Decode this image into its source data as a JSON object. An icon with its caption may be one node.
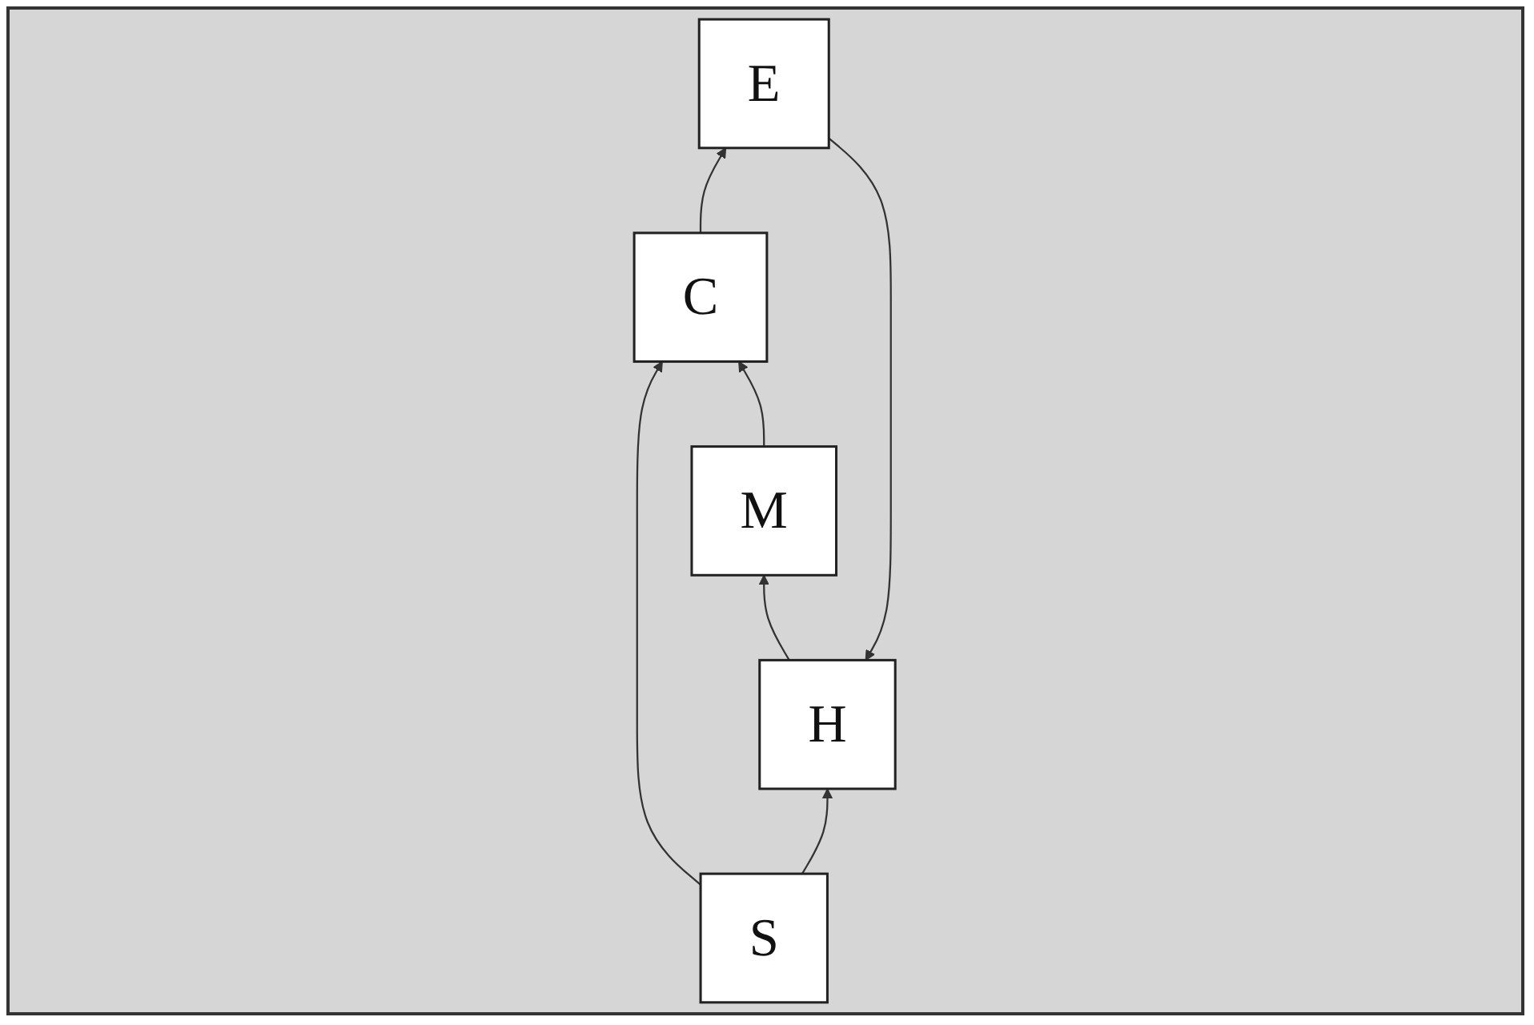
{
  "diagram": {
    "nodes": [
      {
        "text": [
          "H"
        ]
      },
      {
        "text": [
          "S"
        ]
      },
      {
        "text": [
          "E"
        ]
      },
      {
        "text": [
          "M"
        ]
      },
      {
        "text": [
          "C"
        ]
      }
    ],
    "edges": [
      {
        "from": 1,
        "to": 0,
        "arrow": "to"
      },
      {
        "from": 0,
        "to": 3,
        "arrow": "to"
      },
      {
        "from": 2,
        "to": 0,
        "arrow": "to"
      },
      {
        "from": 4,
        "to": 2,
        "arrow": "to"
      },
      {
        "from": 1,
        "to": 4,
        "arrow": "to"
      },
      {
        "from": 3,
        "to": 4,
        "arrow": "to"
      }
    ]
  }
}
